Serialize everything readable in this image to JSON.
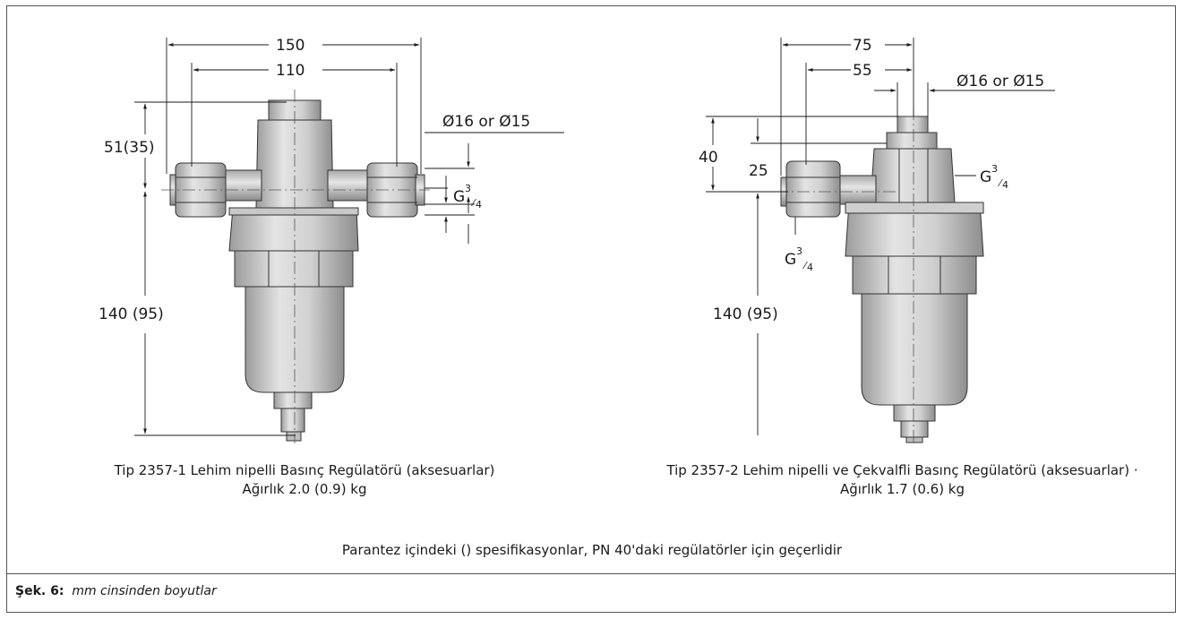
{
  "left_drawing": {
    "dimensions": {
      "width_outer": "150",
      "width_inner": "110",
      "height_top": "51(35)",
      "height_total": "140 (95)",
      "pipe_diameter": "Ø16 or Ø15",
      "thread_base": "G",
      "thread_num": "3",
      "thread_den": "4"
    },
    "caption_line1": "Tip 2357-1 Lehim nipelli Basınç Regülatörü (aksesuarlar)",
    "caption_line2": "Ağırlık 2.0 (0.9) kg"
  },
  "right_drawing": {
    "dimensions": {
      "width_outer": "75",
      "width_inner": "55",
      "pipe_diameter": "Ø16 or Ø15",
      "height_a": "40",
      "height_b": "25",
      "height_total": "140 (95)",
      "thread_base": "G",
      "thread_num": "3",
      "thread_den": "4"
    },
    "caption_line1": "Tip 2357-2 Lehim nipelli ve Çekvalfli Basınç Regülatörü (aksesuarlar) ·",
    "caption_line2": "Ağırlık 1.7 (0.6) kg"
  },
  "note": "Parantez içindeki () spesifikasyonlar, PN 40'daki regülatörler için geçerlidir",
  "figure": {
    "label": "Şek. 6:",
    "title": "mm cinsinden boyutlar"
  }
}
